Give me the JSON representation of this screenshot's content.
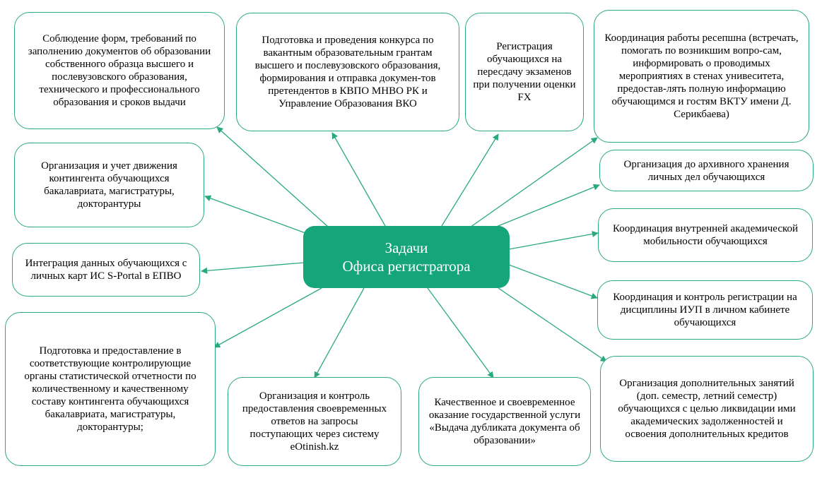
{
  "diagram": {
    "center": {
      "line1": "Задачи",
      "line2": "Офиса регистратора"
    },
    "tasks": [
      "Соблюдение форм, требований по заполнению документов об образовании собственного образца высшего и послевузовского образования, технического и профессионального образования и сроков выдачи",
      "Подготовка и проведения конкурса по вакантным образовательным грантам высшего и послевузовского образования, формирования и отправка докумен-тов претендентов в КВПО МНВО РК и Управление Образования ВКО",
      "Регистрация обучающихся на пересдачу экзаменов при получении оценки FX",
      "Координация работы ресепшна (встречать, помогать по возникшим вопро-сам, информировать о проводимых мероприятиях в стенах унивеситета, предостав-лять полную информацию обучающимся и гостям ВКТУ имени Д. Серикбаева)",
      "Организация и учет движения контингента обучающихся бакалавриата, магистратуры, докторантуры",
      "Организация до архивного хранения личных дел обучающихся",
      "Координация внутренней академической мобильности обучающихся",
      "Интеграция данных обучающихся с личных карт ИС S-Portal в ЕПВО",
      "Координация и контроль регистрации на  дисциплины ИУП в личном кабинете обучающихся",
      "Подготовка и предоставление в соответствующие контролирующие органы статистической отчетности по количественному и качественному составу контингента обучающихся бакалавриата, магистратуры, докторантуры;",
      "Организация и контроль предоставления своевременных ответов на запросы поступающих через систему eOtinish.kz",
      "Качественное и своевременное оказание государственной услуги «Выдача дубликата документа об образовании»",
      "Организация дополнительных занятий (доп. семестр, летний семестр) обучающихся с целью ликвидации ими академических задолженностей и освоения дополнительных кредитов"
    ]
  },
  "colors": {
    "center_fill": "#14a57a",
    "border": "#2aa97e",
    "arrow": "#2aa97e"
  }
}
